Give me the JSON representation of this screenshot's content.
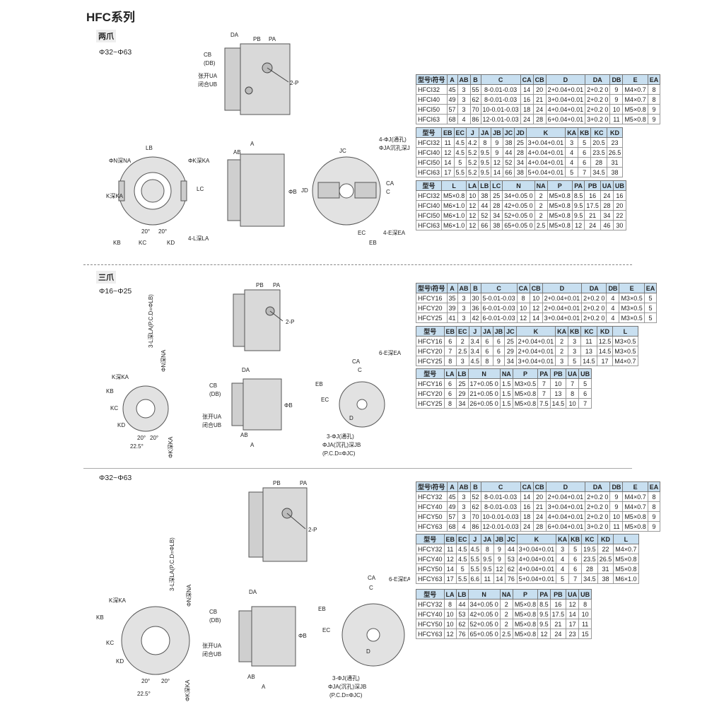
{
  "page_title": "HFC系列",
  "sections": [
    {
      "name": "两爪",
      "range": "Φ32~Φ63",
      "tables": [
        {
          "headers": [
            "型号\\符号",
            "A",
            "AB",
            "B",
            "C",
            "CA",
            "CB",
            "D",
            "DA",
            "DB",
            "E",
            "EA"
          ],
          "rows": [
            [
              "HFCI32",
              "45",
              "3",
              "55",
              "8-0.01-0.03",
              "14",
              "20",
              "2+0.04+0.01",
              "2+0.2 0",
              "9",
              "M4×0.7",
              "8"
            ],
            [
              "HFCI40",
              "49",
              "3",
              "62",
              "8-0.01-0.03",
              "16",
              "21",
              "3+0.04+0.01",
              "2+0.2 0",
              "9",
              "M4×0.7",
              "8"
            ],
            [
              "HFCI50",
              "57",
              "3",
              "70",
              "10-0.01-0.03",
              "18",
              "24",
              "4+0.04+0.01",
              "2+0.2 0",
              "10",
              "M5×0.8",
              "9"
            ],
            [
              "HFCI63",
              "68",
              "4",
              "86",
              "12-0.01-0.03",
              "24",
              "28",
              "6+0.04+0.01",
              "3+0.2 0",
              "11",
              "M5×0.8",
              "9"
            ]
          ]
        },
        {
          "headers": [
            "型号",
            "EB",
            "EC",
            "J",
            "JA",
            "JB",
            "JC",
            "JD",
            "K",
            "KA",
            "KB",
            "KC",
            "KD"
          ],
          "rows": [
            [
              "HFCI32",
              "11",
              "4.5",
              "4.2",
              "8",
              "9",
              "38",
              "25",
              "3+0.04+0.01",
              "3",
              "5",
              "20.5",
              "23"
            ],
            [
              "HFCI40",
              "12",
              "4.5",
              "5.2",
              "9.5",
              "9",
              "44",
              "28",
              "4+0.04+0.01",
              "4",
              "6",
              "23.5",
              "26.5"
            ],
            [
              "HFCI50",
              "14",
              "5",
              "5.2",
              "9.5",
              "12",
              "52",
              "34",
              "4+0.04+0.01",
              "4",
              "6",
              "28",
              "31"
            ],
            [
              "HFCI63",
              "17",
              "5.5",
              "5.2",
              "9.5",
              "14",
              "66",
              "38",
              "5+0.04+0.01",
              "5",
              "7",
              "34.5",
              "38"
            ]
          ]
        },
        {
          "headers": [
            "型号",
            "L",
            "LA",
            "LB",
            "LC",
            "N",
            "NA",
            "P",
            "PA",
            "PB",
            "UA",
            "UB"
          ],
          "rows": [
            [
              "HFCI32",
              "M5×0.8",
              "10",
              "38",
              "25",
              "34+0.05 0",
              "2",
              "M5×0.8",
              "8.5",
              "16",
              "24",
              "16"
            ],
            [
              "HFCI40",
              "M6×1.0",
              "12",
              "44",
              "28",
              "42+0.05 0",
              "2",
              "M5×0.8",
              "9.5",
              "17.5",
              "28",
              "20"
            ],
            [
              "HFCI50",
              "M6×1.0",
              "12",
              "52",
              "34",
              "52+0.05 0",
              "2",
              "M5×0.8",
              "9.5",
              "21",
              "34",
              "22"
            ],
            [
              "HFCI63",
              "M6×1.0",
              "12",
              "66",
              "38",
              "65+0.05 0",
              "2.5",
              "M5×0.8",
              "12",
              "24",
              "46",
              "30"
            ]
          ]
        }
      ]
    },
    {
      "name": "三爪",
      "range": "Φ16~Φ25",
      "tables": [
        {
          "headers": [
            "型号\\符号",
            "A",
            "AB",
            "B",
            "C",
            "CA",
            "CB",
            "D",
            "DA",
            "DB",
            "E",
            "EA"
          ],
          "rows": [
            [
              "HFCY16",
              "35",
              "3",
              "30",
              "5-0.01-0.03",
              "8",
              "10",
              "2+0.04+0.01",
              "2+0.2 0",
              "4",
              "M3×0.5",
              "5"
            ],
            [
              "HFCY20",
              "39",
              "3",
              "36",
              "6-0.01-0.03",
              "10",
              "12",
              "2+0.04+0.01",
              "2+0.2 0",
              "4",
              "M3×0.5",
              "5"
            ],
            [
              "HFCY25",
              "41",
              "3",
              "42",
              "6-0.01-0.03",
              "12",
              "14",
              "3+0.04+0.01",
              "2+0.2 0",
              "4",
              "M3×0.5",
              "5"
            ]
          ]
        },
        {
          "headers": [
            "型号",
            "EB",
            "EC",
            "J",
            "JA",
            "JB",
            "JC",
            "K",
            "KA",
            "KB",
            "KC",
            "KD",
            "L"
          ],
          "rows": [
            [
              "HFCY16",
              "6",
              "2",
              "3.4",
              "6",
              "6",
              "25",
              "2+0.04+0.01",
              "2",
              "3",
              "11",
              "12.5",
              "M3×0.5"
            ],
            [
              "HFCY20",
              "7",
              "2.5",
              "3.4",
              "6",
              "6",
              "29",
              "2+0.04+0.01",
              "2",
              "3",
              "13",
              "14.5",
              "M3×0.5"
            ],
            [
              "HFCY25",
              "8",
              "3",
              "4.5",
              "8",
              "9",
              "34",
              "3+0.04+0.01",
              "3",
              "5",
              "14.5",
              "17",
              "M4×0.7"
            ]
          ]
        },
        {
          "headers": [
            "型号",
            "LA",
            "LB",
            "N",
            "NA",
            "P",
            "PA",
            "PB",
            "UA",
            "UB"
          ],
          "rows": [
            [
              "HFCY16",
              "6",
              "25",
              "17+0.05 0",
              "1.5",
              "M3×0.5",
              "7",
              "10",
              "7",
              "5"
            ],
            [
              "HFCY20",
              "6",
              "29",
              "21+0.05 0",
              "1.5",
              "M5×0.8",
              "7",
              "13",
              "8",
              "6"
            ],
            [
              "HFCY25",
              "8",
              "34",
              "26+0.05 0",
              "1.5",
              "M5×0.8",
              "7.5",
              "14.5",
              "10",
              "7"
            ]
          ]
        }
      ]
    },
    {
      "name": "",
      "range": "Φ32~Φ63",
      "tables": [
        {
          "headers": [
            "型号\\符号",
            "A",
            "AB",
            "B",
            "C",
            "CA",
            "CB",
            "D",
            "DA",
            "DB",
            "E",
            "EA"
          ],
          "rows": [
            [
              "HFCY32",
              "45",
              "3",
              "52",
              "8-0.01-0.03",
              "14",
              "20",
              "2+0.04+0.01",
              "2+0.2 0",
              "9",
              "M4×0.7",
              "8"
            ],
            [
              "HFCY40",
              "49",
              "3",
              "62",
              "8-0.01-0.03",
              "16",
              "21",
              "3+0.04+0.01",
              "2+0.2 0",
              "9",
              "M4×0.7",
              "8"
            ],
            [
              "HFCY50",
              "57",
              "3",
              "70",
              "10-0.01-0.03",
              "18",
              "24",
              "4+0.04+0.01",
              "2+0.2 0",
              "10",
              "M5×0.8",
              "9"
            ],
            [
              "HFCY63",
              "68",
              "4",
              "86",
              "12-0.01-0.03",
              "24",
              "28",
              "6+0.04+0.01",
              "3+0.2 0",
              "11",
              "M5×0.8",
              "9"
            ]
          ]
        },
        {
          "headers": [
            "型号",
            "EB",
            "EC",
            "J",
            "JA",
            "JB",
            "JC",
            "K",
            "KA",
            "KB",
            "KC",
            "KD",
            "L"
          ],
          "rows": [
            [
              "HFCY32",
              "11",
              "4.5",
              "4.5",
              "8",
              "9",
              "44",
              "3+0.04+0.01",
              "3",
              "5",
              "19.5",
              "22",
              "M4×0.7"
            ],
            [
              "HFCY40",
              "12",
              "4.5",
              "5.5",
              "9.5",
              "9",
              "53",
              "4+0.04+0.01",
              "4",
              "6",
              "23.5",
              "26.5",
              "M5×0.8"
            ],
            [
              "HFCY50",
              "14",
              "5",
              "5.5",
              "9.5",
              "12",
              "62",
              "4+0.04+0.01",
              "4",
              "6",
              "28",
              "31",
              "M5×0.8"
            ],
            [
              "HFCY63",
              "17",
              "5.5",
              "6.6",
              "11",
              "14",
              "76",
              "5+0.04+0.01",
              "5",
              "7",
              "34.5",
              "38",
              "M6×1.0"
            ]
          ]
        },
        {
          "headers": [
            "型号",
            "LA",
            "LB",
            "N",
            "NA",
            "P",
            "PA",
            "PB",
            "UA",
            "UB"
          ],
          "rows": [
            [
              "HFCY32",
              "8",
              "44",
              "34+0.05 0",
              "2",
              "M5×0.8",
              "8.5",
              "16",
              "12",
              "8"
            ],
            [
              "HFCY40",
              "10",
              "53",
              "42+0.05 0",
              "2",
              "M5×0.8",
              "9.5",
              "17.5",
              "14",
              "10"
            ],
            [
              "HFCY50",
              "10",
              "62",
              "52+0.05 0",
              "2",
              "M5×0.8",
              "9.5",
              "21",
              "17",
              "11"
            ],
            [
              "HFCY63",
              "12",
              "76",
              "65+0.05 0",
              "2.5",
              "M5×0.8",
              "12",
              "24",
              "23",
              "15"
            ]
          ]
        }
      ]
    }
  ],
  "drawing_labels": {
    "s1_side": [
      "DA",
      "PB",
      "PA",
      "CB",
      "(DB)",
      "张开UA",
      "闭合UB",
      "2-P"
    ],
    "s1_front": [
      "LB",
      "ΦN深NA",
      "ΦK深KA",
      "K深KA",
      "LC",
      "4-L深LA",
      "KB",
      "KC",
      "KD",
      "20°",
      "20°"
    ],
    "s1_mid": [
      "AB",
      "A",
      "ΦB"
    ],
    "s1_right": [
      "JC",
      "4-ΦJ(通孔)",
      "ΦJA沉孔深JB",
      "JD",
      "CA",
      "C",
      "EC",
      "EB",
      "4-E深EA"
    ],
    "s2_side": [
      "PB",
      "PA",
      "2-P"
    ],
    "s2_front": [
      "3-L深LA(P.C.D=ΦLB)",
      "ΦN深NA",
      "K深KA",
      "KB",
      "KC",
      "KD",
      "20°",
      "20°",
      "22.5°",
      "ΦK深KA"
    ],
    "s2_mid": [
      "DA",
      "CB",
      "(DB)",
      "ΦB",
      "张开UA",
      "闭合UB",
      "AB",
      "A"
    ],
    "s2_right": [
      "CA",
      "C",
      "6-E深EA",
      "EB",
      "EC",
      "D",
      "3-ΦJ(通孔)",
      "ΦJA(沉孔)深JB",
      "(P.C.D=ΦJC)"
    ],
    "s3_side": [
      "PB",
      "PA",
      "2-P"
    ],
    "s3_front": [
      "3-L深LA(P.C.D=ΦLB)",
      "K深KA",
      "ΦN深NA",
      "KB",
      "KC",
      "KD",
      "20°",
      "20°",
      "22.5°",
      "ΦK深KA"
    ],
    "s3_mid": [
      "DA",
      "CB",
      "(DB)",
      "ΦB",
      "张开UA",
      "闭合UB",
      "AB",
      "A"
    ],
    "s3_right": [
      "CA",
      "C",
      "6-E深EA",
      "EB",
      "EC",
      "D",
      "3-ΦJ(通孔)",
      "ΦJA(沉孔)深JB",
      "(P.C.D=ΦJC)"
    ]
  }
}
